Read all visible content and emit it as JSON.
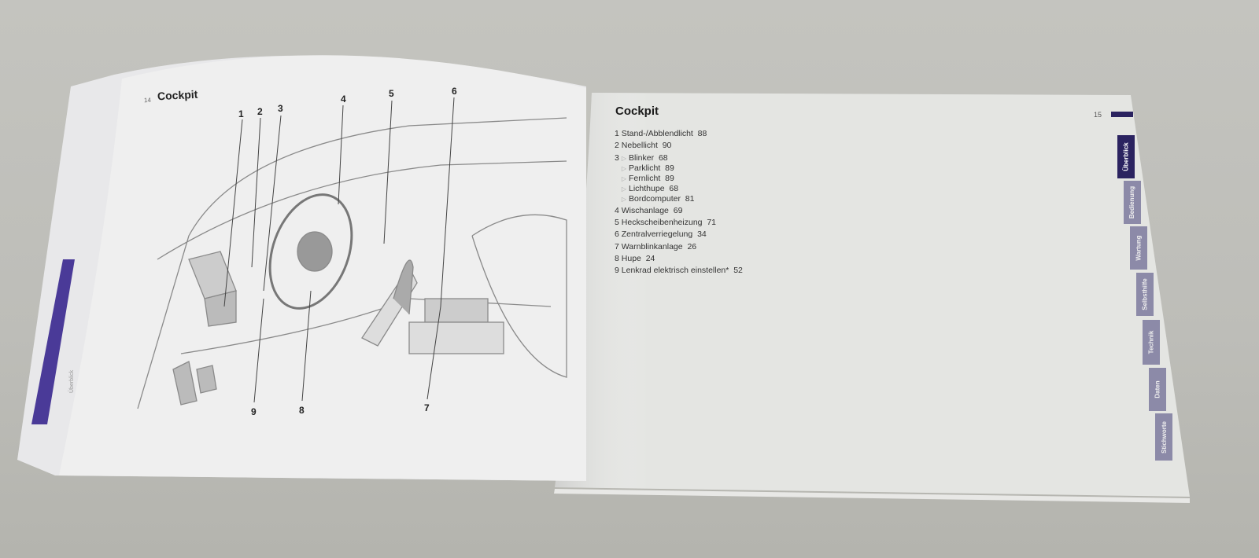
{
  "left_page": {
    "page_number": "14",
    "title": "Cockpit",
    "callouts": [
      "1",
      "2",
      "3",
      "4",
      "5",
      "6",
      "7",
      "8",
      "9"
    ],
    "side_label": "Überblick"
  },
  "right_page": {
    "page_number": "15",
    "title": "Cockpit",
    "items": [
      {
        "num": "1",
        "label": "Stand-/Abblendlicht",
        "page": "88"
      },
      {
        "num": "2",
        "label": "Nebellicht",
        "page": "90"
      },
      {
        "num": "3",
        "subitems": [
          {
            "label": "Blinker",
            "page": "68"
          },
          {
            "label": "Parklicht",
            "page": "89"
          },
          {
            "label": "Fernlicht",
            "page": "89"
          },
          {
            "label": "Lichthupe",
            "page": "68"
          },
          {
            "label": "Bordcomputer",
            "page": "81"
          }
        ]
      },
      {
        "num": "4",
        "label": "Wischanlage",
        "page": "69"
      },
      {
        "num": "5",
        "label": "Heckscheibenheizung",
        "page": "71"
      },
      {
        "num": "6",
        "label": "Zentralverriegelung",
        "page": "34"
      },
      {
        "num": "7",
        "label": "Warnblinkanlage",
        "page": "26"
      },
      {
        "num": "8",
        "label": "Hupe",
        "page": "24"
      },
      {
        "num": "9",
        "label": "Lenkrad elektrisch einstellen*",
        "page": "52"
      }
    ],
    "tabs": [
      "Überblick",
      "Bedienung",
      "Wartung",
      "Selbsthilfe",
      "Technik",
      "Daten",
      "Stichworte"
    ],
    "active_tab": "Überblick"
  },
  "colors": {
    "accent": "#2b2360",
    "tab": "#8c8aa8"
  }
}
